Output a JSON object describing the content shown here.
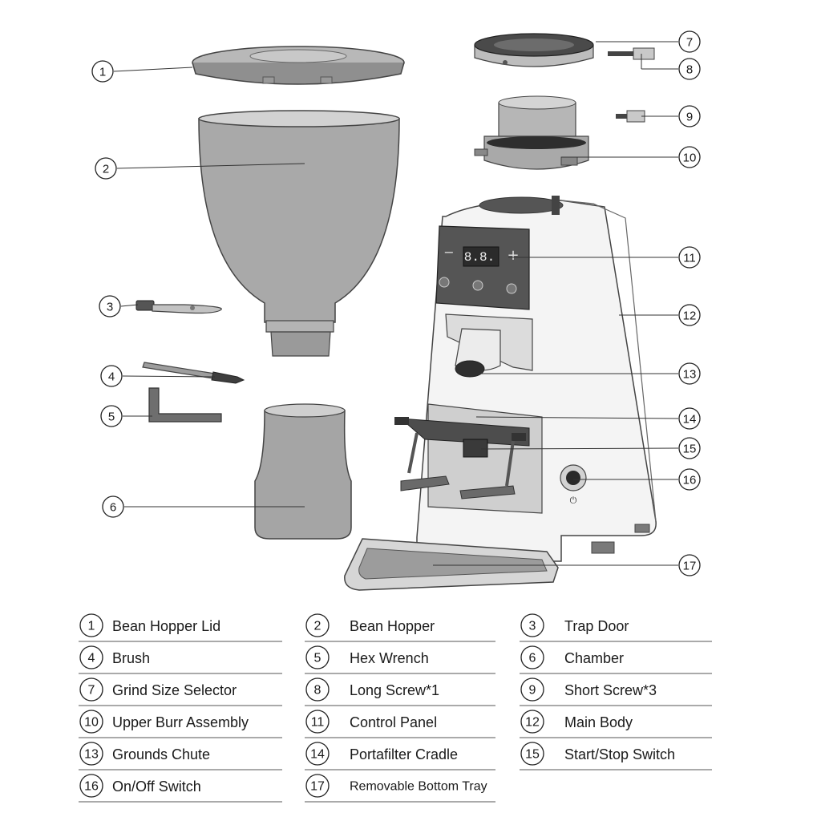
{
  "callouts": [
    {
      "num": "1"
    },
    {
      "num": "2"
    },
    {
      "num": "3"
    },
    {
      "num": "4"
    },
    {
      "num": "5"
    },
    {
      "num": "6"
    },
    {
      "num": "7"
    },
    {
      "num": "8"
    },
    {
      "num": "9"
    },
    {
      "num": "10"
    },
    {
      "num": "11"
    },
    {
      "num": "12"
    },
    {
      "num": "13"
    },
    {
      "num": "14"
    },
    {
      "num": "15"
    },
    {
      "num": "16"
    },
    {
      "num": "17"
    }
  ],
  "display": {
    "value": "8.8."
  },
  "legend": [
    {
      "num": "1",
      "label": "Bean Hopper Lid"
    },
    {
      "num": "2",
      "label": "Bean Hopper"
    },
    {
      "num": "3",
      "label": "Trap Door"
    },
    {
      "num": "4",
      "label": "Brush"
    },
    {
      "num": "5",
      "label": "Hex Wrench"
    },
    {
      "num": "6",
      "label": "Chamber"
    },
    {
      "num": "7",
      "label": "Grind Size Selector"
    },
    {
      "num": "8",
      "label": "Long Screw*1"
    },
    {
      "num": "9",
      "label": "Short Screw*3"
    },
    {
      "num": "10",
      "label": "Upper Burr Assembly"
    },
    {
      "num": "11",
      "label": "Control Panel"
    },
    {
      "num": "12",
      "label": "Main Body"
    },
    {
      "num": "13",
      "label": "Grounds Chute"
    },
    {
      "num": "14",
      "label": "Portafilter Cradle"
    },
    {
      "num": "15",
      "label": "Start/Stop Switch"
    },
    {
      "num": "16",
      "label": "On/Off Switch"
    },
    {
      "num": "17",
      "label": "Removable Bottom Tray"
    }
  ]
}
